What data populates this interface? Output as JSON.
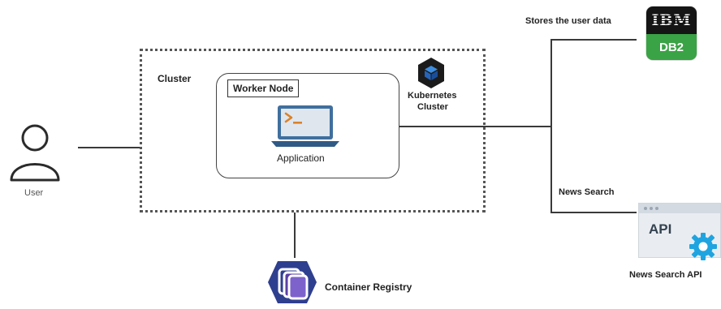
{
  "user": {
    "label": "User"
  },
  "cluster": {
    "label": "Cluster"
  },
  "worker_node": {
    "label": "Worker Node"
  },
  "application": {
    "label": "Application"
  },
  "kubernetes": {
    "line1": "Kubernetes",
    "line2": "Cluster"
  },
  "container_registry": {
    "label": "Container Registry"
  },
  "db": {
    "annotation": "Stores the user data",
    "logo_top": "IBM",
    "logo_bottom": "DB2"
  },
  "news": {
    "annotation": "News Search",
    "api_text": "API",
    "label": "News Search API"
  },
  "icons": [
    "user-icon",
    "laptop-terminal-icon",
    "kubernetes-cube-icon",
    "container-registry-icon",
    "ibm-db2-logo",
    "api-gear-icon"
  ],
  "colors": {
    "line": "#3a3a3a",
    "db2_green": "#3aa345",
    "gear_blue": "#1fa4e0",
    "registry_purple": "#5a3fa6"
  }
}
